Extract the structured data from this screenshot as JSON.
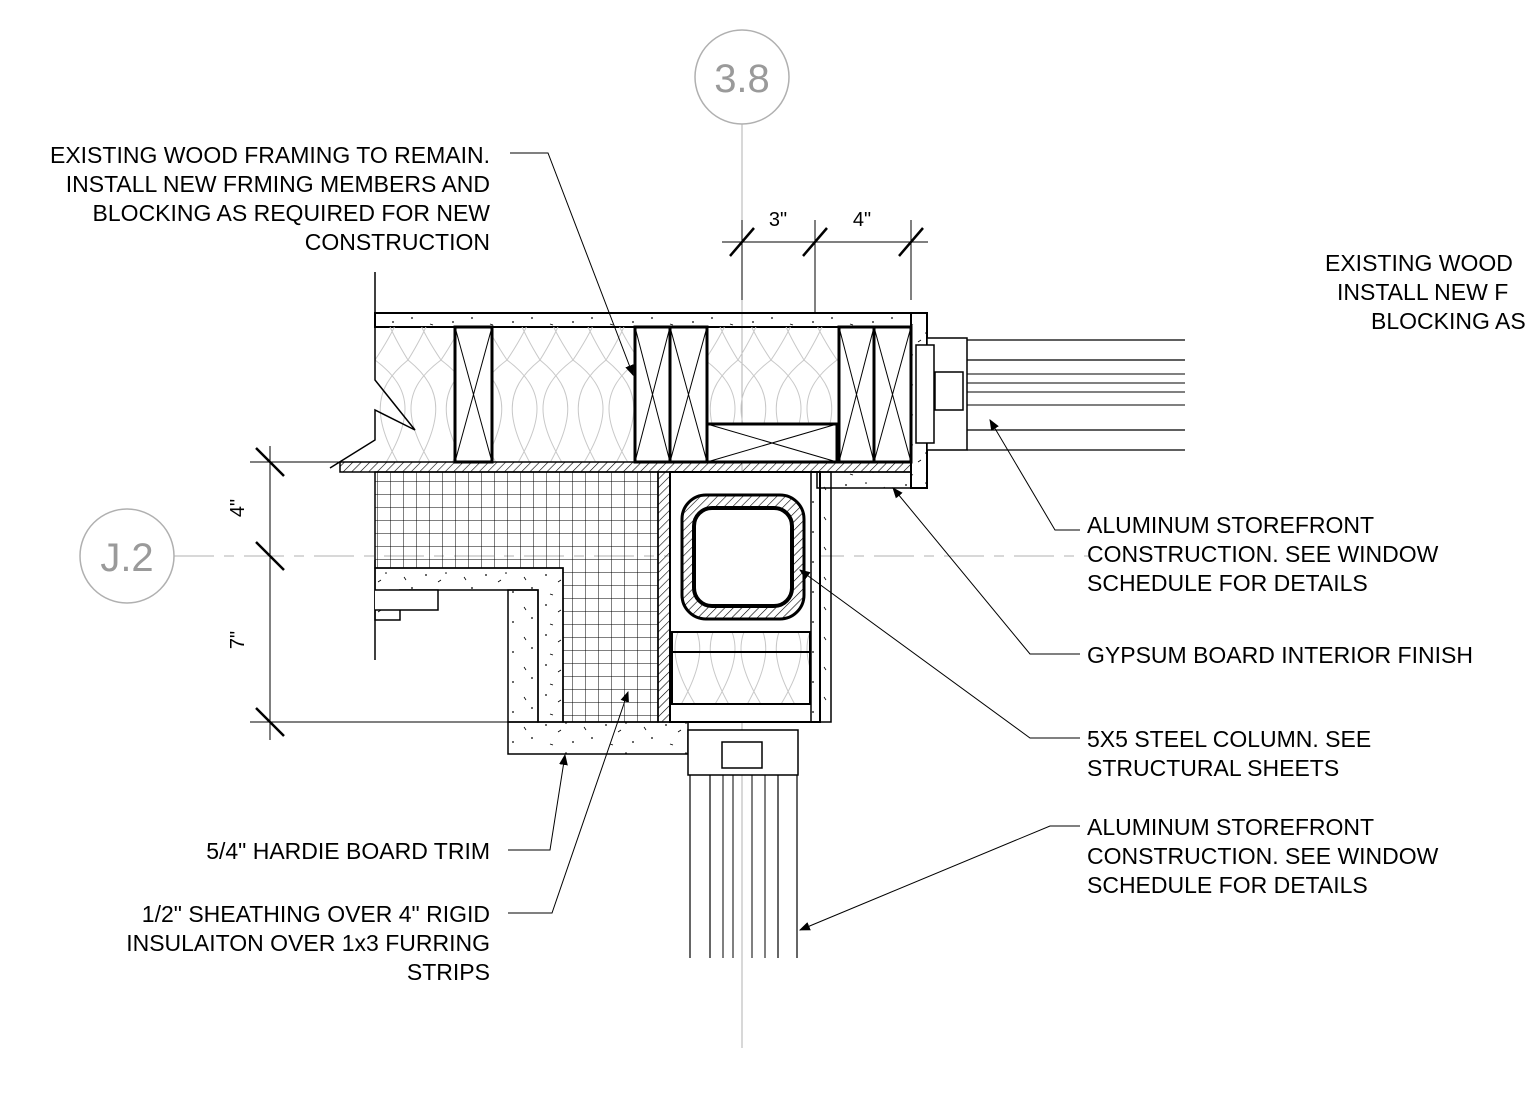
{
  "grid_markers": {
    "vertical": "3.8",
    "horizontal": "J.2"
  },
  "dimensions": {
    "top_left": "3\"",
    "top_right": "4\"",
    "side_upper": "4\"",
    "side_lower": "7\""
  },
  "notes": {
    "wood_framing": [
      "EXISTING WOOD FRAMING TO REMAIN.",
      "INSTALL NEW FRMING MEMBERS AND",
      "BLOCKING AS REQUIRED FOR NEW",
      "CONSTRUCTION"
    ],
    "wood_framing_cropped": [
      "EXISTING WOOD",
      "INSTALL NEW F",
      "BLOCKING AS"
    ],
    "storefront_upper": [
      "ALUMINUM STOREFRONT",
      "CONSTRUCTION. SEE WINDOW",
      "SCHEDULE FOR DETAILS"
    ],
    "gypsum": [
      "GYPSUM BOARD INTERIOR FINISH"
    ],
    "steel_column": [
      "5X5 STEEL COLUMN. SEE",
      "STRUCTURAL SHEETS"
    ],
    "storefront_lower": [
      "ALUMINUM STOREFRONT",
      "CONSTRUCTION. SEE WINDOW",
      "SCHEDULE FOR DETAILS"
    ],
    "hardie_trim": [
      "5/4\" HARDIE BOARD TRIM"
    ],
    "sheathing": [
      "1/2\" SHEATHING OVER 4\" RIGID",
      "INSULAITON OVER 1x3 FURRING",
      "STRIPS"
    ]
  }
}
